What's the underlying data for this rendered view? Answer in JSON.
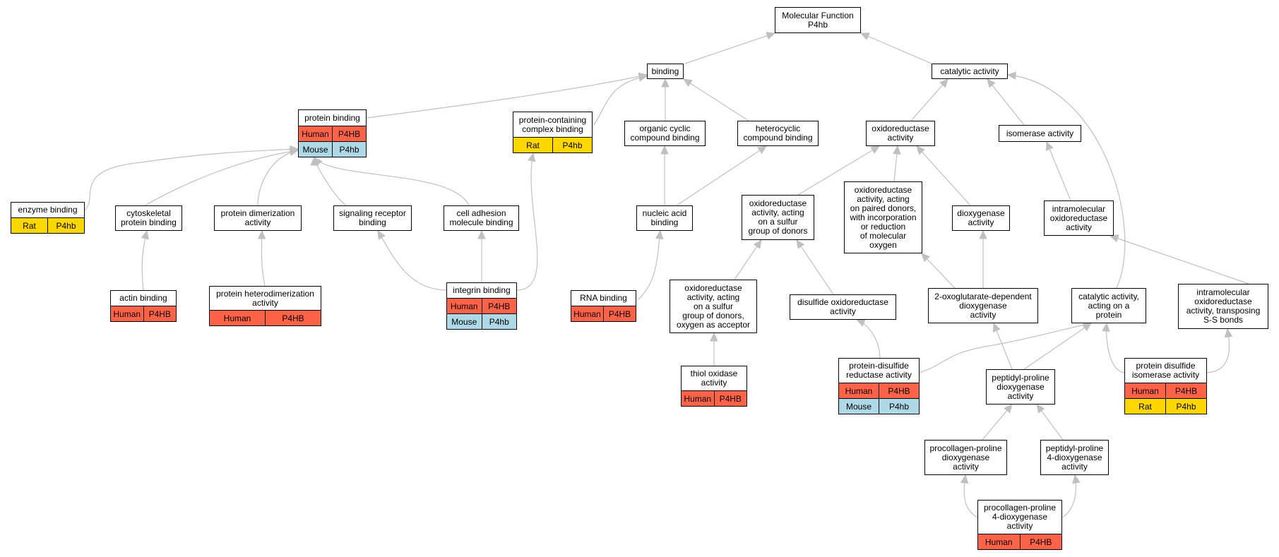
{
  "colors": {
    "human": "#ff6347",
    "mouse": "#add8e6",
    "rat": "#ffd700",
    "edge": "#c0c0c0"
  },
  "nodes": {
    "root": {
      "label": "Molecular Function\nP4hb"
    },
    "binding": {
      "label": "binding"
    },
    "catalytic": {
      "label": "catalytic activity"
    },
    "protein_binding": {
      "label": "protein binding",
      "rows": [
        [
          "Human",
          "P4HB"
        ],
        [
          "Mouse",
          "P4hb"
        ]
      ]
    },
    "complex_binding": {
      "label": "protein-containing\ncomplex binding",
      "rows": [
        [
          "Rat",
          "P4hb"
        ]
      ]
    },
    "organic_cyclic": {
      "label": "organic cyclic\ncompound binding"
    },
    "heterocyclic": {
      "label": "heterocyclic\ncompound binding"
    },
    "oxidoreductase": {
      "label": "oxidoreductase\nactivity"
    },
    "isomerase": {
      "label": "isomerase activity"
    },
    "enzyme_binding": {
      "label": "enzyme binding",
      "rows": [
        [
          "Rat",
          "P4hb"
        ]
      ]
    },
    "cytoskeletal": {
      "label": "cytoskeletal\nprotein binding"
    },
    "dimerization": {
      "label": "protein dimerization\nactivity"
    },
    "signaling": {
      "label": "signaling receptor\nbinding"
    },
    "cell_adhesion": {
      "label": "cell adhesion\nmolecule binding"
    },
    "nucleic_acid": {
      "label": "nucleic acid\nbinding"
    },
    "ox_sulfur": {
      "label": "oxidoreductase\nactivity, acting\non a sulfur\ngroup of donors"
    },
    "ox_paired": {
      "label": "oxidoreductase\nactivity, acting\non paired donors,\nwith incorporation\nor reduction\nof molecular\noxygen"
    },
    "dioxygenase": {
      "label": "dioxygenase\nactivity"
    },
    "intramolecular": {
      "label": "intramolecular\noxidoreductase\nactivity"
    },
    "actin": {
      "label": "actin binding",
      "rows": [
        [
          "Human",
          "P4HB"
        ]
      ]
    },
    "heterodimer": {
      "label": "protein heterodimerization\nactivity",
      "rows": [
        [
          "Human",
          "P4HB"
        ]
      ]
    },
    "integrin": {
      "label": "integrin binding",
      "rows": [
        [
          "Human",
          "P4HB"
        ],
        [
          "Mouse",
          "P4hb"
        ]
      ]
    },
    "rna": {
      "label": "RNA binding",
      "rows": [
        [
          "Human",
          "P4HB"
        ]
      ]
    },
    "ox_sulfur_o2": {
      "label": "oxidoreductase\nactivity, acting\non a sulfur\ngroup of donors,\noxygen as acceptor"
    },
    "disulfide_ox": {
      "label": "disulfide oxidoreductase\nactivity"
    },
    "two_og": {
      "label": "2-oxoglutarate-dependent\ndioxygenase\nactivity"
    },
    "catalytic_protein": {
      "label": "catalytic activity,\nacting on a\nprotein"
    },
    "intra_ss": {
      "label": "intramolecular\noxidoreductase\nactivity, transposing\nS-S bonds"
    },
    "thiol": {
      "label": "thiol oxidase\nactivity",
      "rows": [
        [
          "Human",
          "P4HB"
        ]
      ]
    },
    "pdr": {
      "label": "protein-disulfide\nreductase activity",
      "rows": [
        [
          "Human",
          "P4HB"
        ],
        [
          "Mouse",
          "P4hb"
        ]
      ]
    },
    "peptidyl_pro": {
      "label": "peptidyl-proline\ndioxygenase\nactivity"
    },
    "pdi": {
      "label": "protein disulfide\nisomerase activity",
      "rows": [
        [
          "Human",
          "P4HB"
        ],
        [
          "Rat",
          "P4hb"
        ]
      ]
    },
    "procollagen_diox": {
      "label": "procollagen-proline\ndioxygenase\nactivity"
    },
    "pp4": {
      "label": "peptidyl-proline\n4-dioxygenase\nactivity"
    },
    "procollagen_4": {
      "label": "procollagen-proline\n4-dioxygenase\nactivity",
      "rows": [
        [
          "Human",
          "P4HB"
        ]
      ]
    }
  }
}
